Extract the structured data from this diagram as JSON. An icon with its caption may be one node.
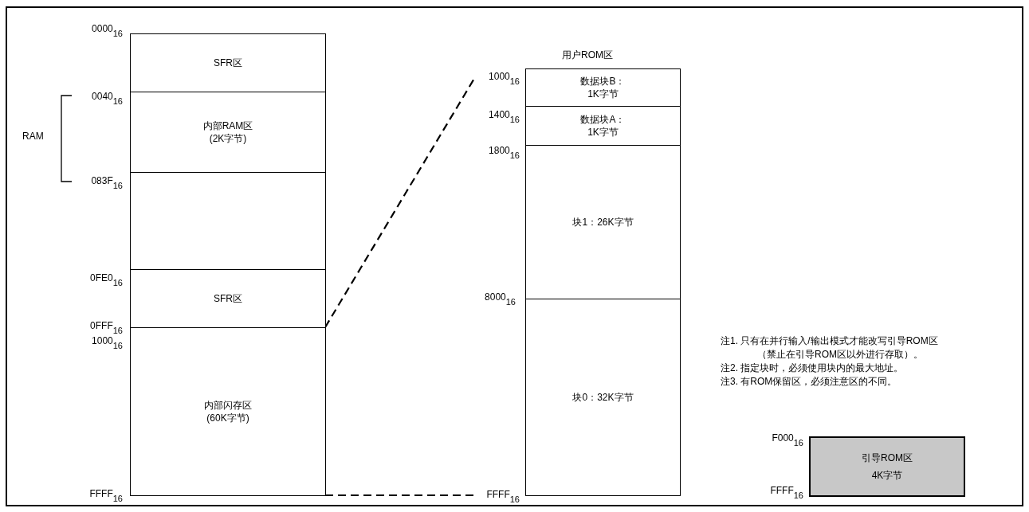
{
  "diagram": {
    "nodes": [
      {
        "text": [
          "SFR区"
        ]
      },
      {
        "text": [
          "内部RAM区 (2K字节)"
        ]
      },
      {
        "text": [],
        "shape": "box"
      },
      {
        "text": [
          "SFR区"
        ]
      },
      {
        "text": [
          "内部闪存区 (60K字节)"
        ]
      },
      {
        "text": [
          "数据块B：1K字节"
        ]
      },
      {
        "text": [
          "数据块A：1K字节"
        ]
      },
      {
        "text": [
          "块1：26K字节"
        ]
      },
      {
        "text": [
          "块0：32K字节"
        ]
      },
      {
        "text": [
          "引导ROM区 4K字节"
        ]
      }
    ],
    "edges": [
      {
        "from": 4,
        "to": 5,
        "arrow": "none",
        "style": "dashed"
      },
      {
        "from": 4,
        "to": 8,
        "arrow": "none",
        "style": "dashed"
      }
    ],
    "labels": [
      "0000$_{16}$",
      "0040$_{16}$",
      "RAM",
      "083F$_{16}$",
      "0FE0$_{16}$",
      "0FFF$_{16}$",
      "1000$_{16}$",
      "FFFF$_{16}$",
      "用户ROM区",
      "1000$_{16}$",
      "1400$_{16}$",
      "1800$_{16}$",
      "8000$_{16}$",
      "FFFF$_{16}$",
      "注1. 只有在并行输入/输出模式才能改写引导ROM区（禁止在引导ROM区以外进行存取）。",
      "注2. 指定块时，必须使用块内的最大地址。",
      "注3. 有ROM保留区，必须注意区的不同。",
      "F000$_{16}$",
      "FFFF$_{16}$"
    ]
  }
}
